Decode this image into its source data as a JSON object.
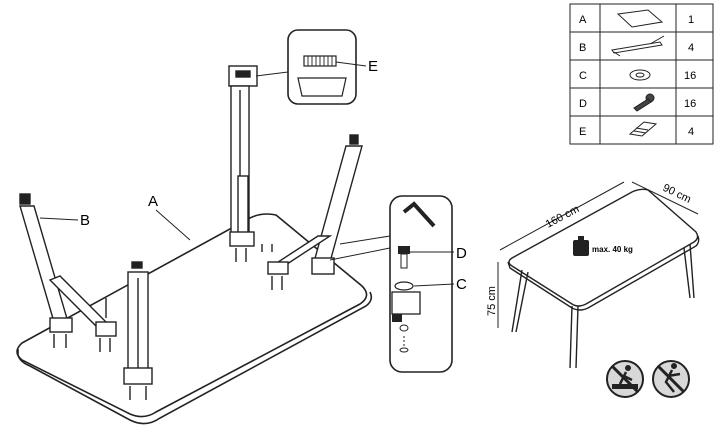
{
  "callouts": {
    "a": "A",
    "b": "B",
    "c": "C",
    "d": "D",
    "e": "E"
  },
  "parts_table": {
    "rows": [
      {
        "letter": "A",
        "icon": "tabletop-icon",
        "qty": "1"
      },
      {
        "letter": "B",
        "icon": "leg-frame-icon",
        "qty": "4"
      },
      {
        "letter": "C",
        "icon": "washer-icon",
        "qty": "16"
      },
      {
        "letter": "D",
        "icon": "bolt-icon",
        "qty": "16"
      },
      {
        "letter": "E",
        "icon": "bracket-plate-icon",
        "qty": "4"
      }
    ]
  },
  "dimensions": {
    "length": "160 cm",
    "width": "90 cm",
    "height": "75 cm",
    "max_load": "max. 40 kg"
  },
  "warnings": [
    {
      "icon": "no-standing-on-table-icon"
    },
    {
      "icon": "no-climbing-icon"
    }
  ]
}
